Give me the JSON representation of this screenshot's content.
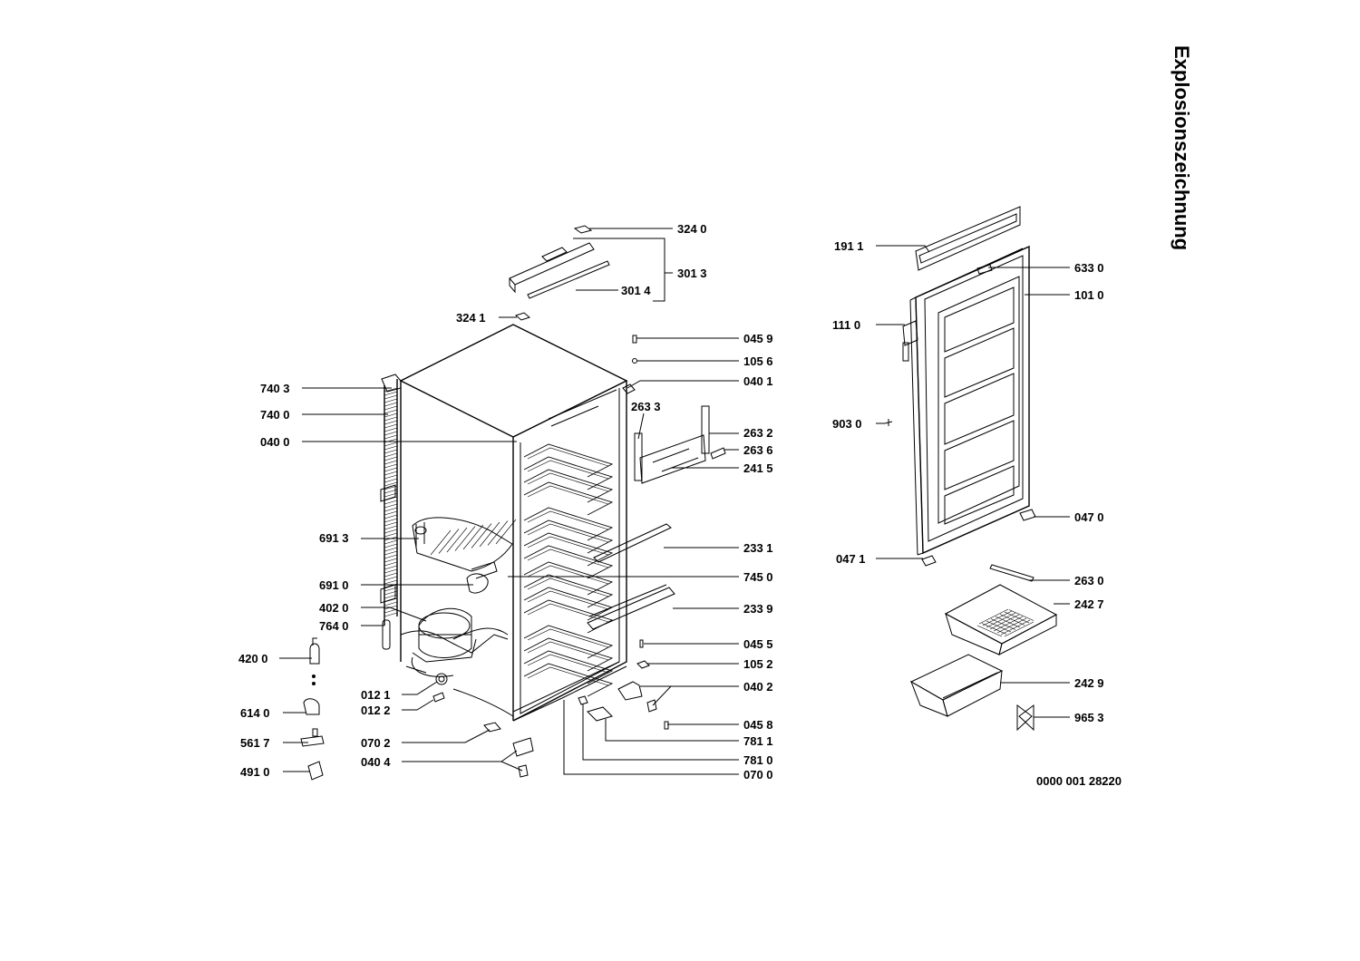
{
  "title": "Explosionszeichnung",
  "document_number": "0000 001 28220",
  "labels": {
    "l3240": "324 0",
    "l3013": "301 3",
    "l3014": "301 4",
    "l3241": "324 1",
    "l0459": "045 9",
    "l1056": "105 6",
    "l0401": "040 1",
    "l7403": "740 3",
    "l7400": "740 0",
    "l0400": "040 0",
    "l2633": "263 3",
    "l2632": "263 2",
    "l2636": "263 6",
    "l2415": "241 5",
    "l6913": "691 3",
    "l2331": "233 1",
    "l6910": "691 0",
    "l7450": "745 0",
    "l4020": "402 0",
    "l2339": "233 9",
    "l7640": "764 0",
    "l0455": "045 5",
    "l4200": "420 0",
    "l1052": "105 2",
    "l0121": "012 1",
    "l0402": "040 2",
    "l0122": "012 2",
    "l6140": "614 0",
    "l0458": "045 8",
    "l7811": "781 1",
    "l5617": "561 7",
    "l0702": "070 2",
    "l7810": "781 0",
    "l0404": "040 4",
    "l4910": "491 0",
    "l0700": "070 0",
    "l1911": "191 1",
    "l6330": "633 0",
    "l1010": "101 0",
    "l1110": "111 0",
    "l9030": "903 0",
    "l0470": "047 0",
    "l0471": "047 1",
    "l2630": "263 0",
    "l2427": "242 7",
    "l2429": "242 9",
    "l9653": "965 3"
  }
}
